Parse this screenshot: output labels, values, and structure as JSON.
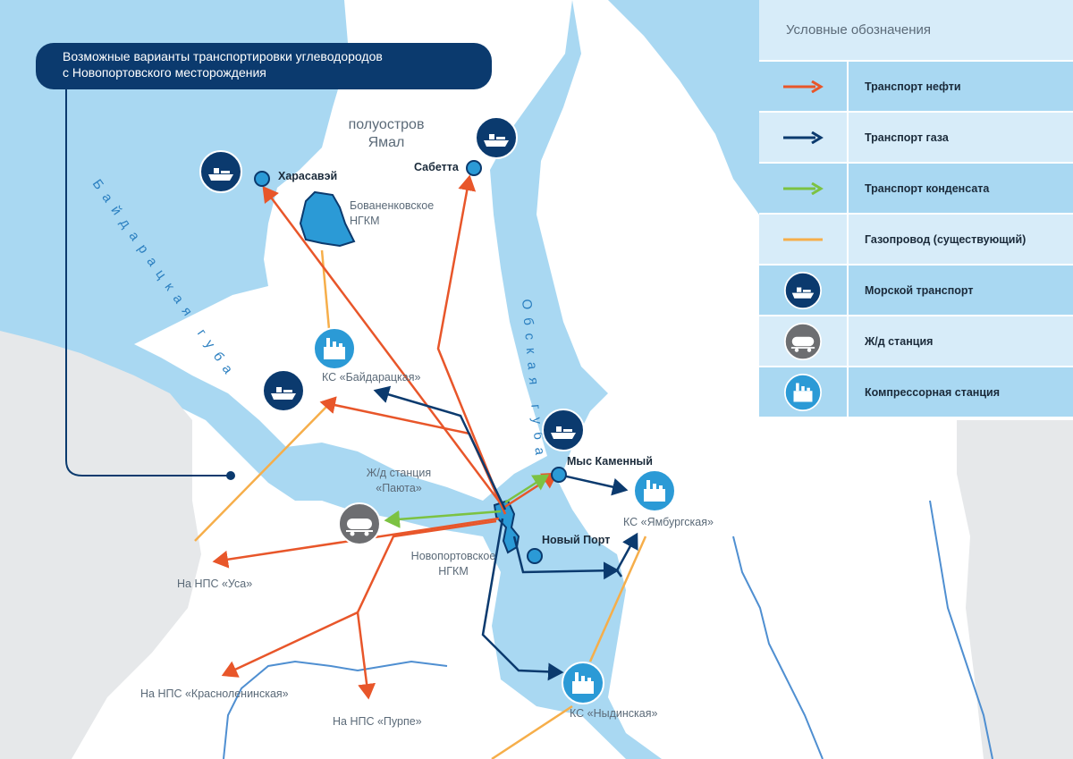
{
  "title": {
    "line1": "Возможные варианты транспортировки углеводородов",
    "line2": "с Новопортовского месторождения"
  },
  "legend": {
    "title": "Условные обозначения",
    "items": [
      {
        "label": "Транспорт нефти",
        "symbol": "arrow",
        "color": "#e8562a"
      },
      {
        "label": "Транспорт газа",
        "symbol": "arrow",
        "color": "#0b3a6e"
      },
      {
        "label": "Транспорт конденсата",
        "symbol": "arrow",
        "color": "#7cc242"
      },
      {
        "label": "Газопровод (существующий)",
        "symbol": "line",
        "color": "#f6ae4a"
      },
      {
        "label": "Морской транспорт",
        "symbol": "ship-icon"
      },
      {
        "label": "Ж/д станция",
        "symbol": "rail-tank-icon"
      },
      {
        "label": "Компрессорная станция",
        "symbol": "compressor-icon"
      }
    ]
  },
  "labels": {
    "peninsula_line1": "полуостров",
    "peninsula_line2": "Ямал",
    "kharasavey": "Харасавэй",
    "sabetta": "Сабетта",
    "bovanenkovo_line1": "Бованенковское",
    "bovanenkovo_line2": "НГКМ",
    "ks_baydaratskaya": "КС «Байдарацкая»",
    "rail_station_line1": "Ж/д станция",
    "rail_station_line2": "«Паюта»",
    "mys_kamenny": "Мыс Каменный",
    "ks_yamburgskaya": "КС «Ямбургская»",
    "novy_port": "Новый Порт",
    "novoport_line1": "Новопортовское",
    "novoport_line2": "НГКМ",
    "nps_usa": "На НПС «Уса»",
    "nps_krasnoleninskaya": "На НПС «Красноленинская»",
    "nps_purpe": "На НПС «Пурпе»",
    "ks_nydinskaya": "КС «Ныдинская»",
    "baydaratskaya_bay": "Байдарацкая губа",
    "ob_bay": "Обская губа"
  },
  "colors": {
    "oil": "#e8562a",
    "gas": "#0b3a6e",
    "condensate": "#7cc242",
    "pipeline": "#f6ae4a",
    "sea": "#a9d8f2",
    "land": "#ffffff",
    "foreign_land": "#e6e8ea",
    "river": "#4f8fd1"
  }
}
